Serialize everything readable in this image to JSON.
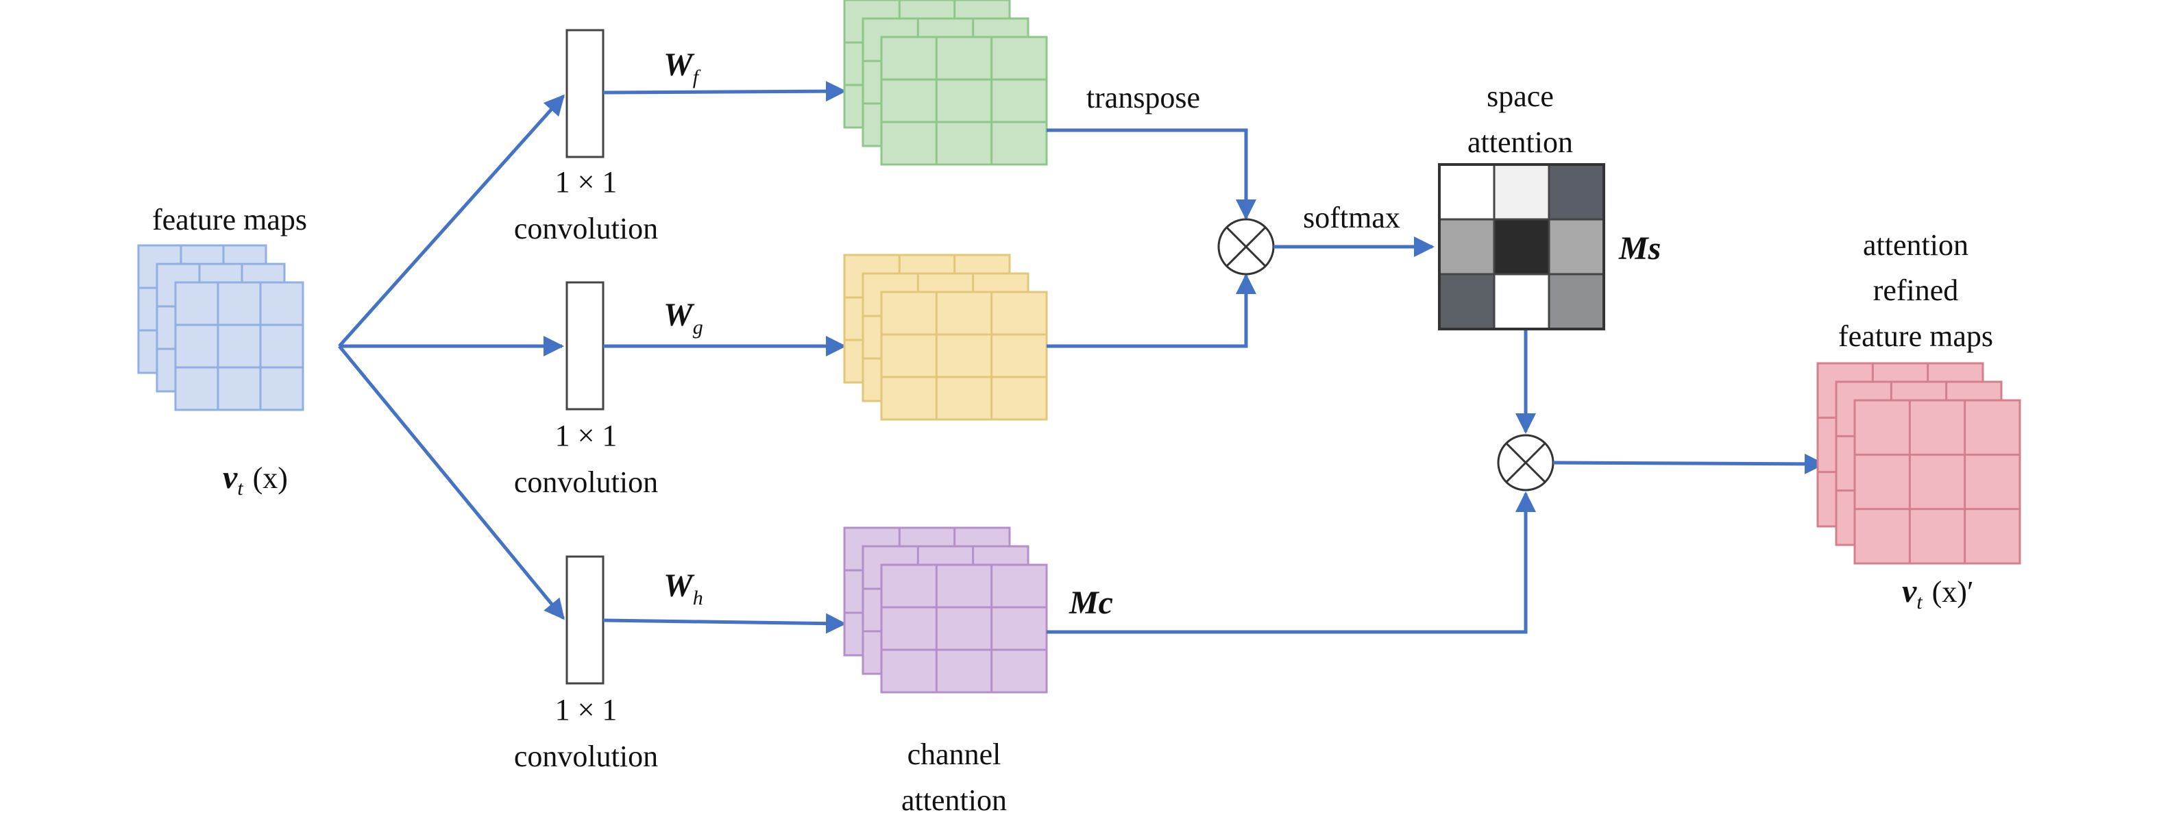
{
  "input": {
    "title": "feature maps",
    "var": {
      "symbol": "v",
      "sub": "t",
      "arg": "(x)"
    }
  },
  "branches": [
    {
      "conv_line1": "1 × 1",
      "conv_line2": "convolution",
      "weight": {
        "symbol": "W",
        "sub": "f"
      }
    },
    {
      "conv_line1": "1 × 1",
      "conv_line2": "convolution",
      "weight": {
        "symbol": "W",
        "sub": "g"
      }
    },
    {
      "conv_line1": "1 × 1",
      "conv_line2": "convolution",
      "weight": {
        "symbol": "W",
        "sub": "h"
      }
    }
  ],
  "labels": {
    "transpose": "transpose",
    "softmax": "softmax",
    "space_attention_line1": "space",
    "space_attention_line2": "attention",
    "ms": "Ms",
    "mc": "Mc",
    "channel_attention_line1": "channel",
    "channel_attention_line2": "attention"
  },
  "output": {
    "title_line1": "attention",
    "title_line2": "refined",
    "title_line3": "feature maps",
    "var": {
      "symbol": "v",
      "sub": "t",
      "arg": "(x)′"
    }
  },
  "colors": {
    "arrow": "#4472C4",
    "input_fill": "#cfdcf1",
    "input_stroke": "#8fb0e0",
    "f_fill": "#c8e2c4",
    "f_stroke": "#8fc78a",
    "g_fill": "#f8e4b0",
    "g_stroke": "#e2c77a",
    "h_fill": "#dcc8e6",
    "h_stroke": "#b48fc9",
    "out_fill": "#f1b8c0",
    "out_stroke": "#d47f8c"
  },
  "space_attention_matrix": [
    [
      "#ffffff",
      "#f0f0f0",
      "#5a5e66"
    ],
    [
      "#a5a5a5",
      "#2b2b2b",
      "#a9a9a9"
    ],
    [
      "#5b5f66",
      "#ffffff",
      "#8f9094"
    ]
  ]
}
